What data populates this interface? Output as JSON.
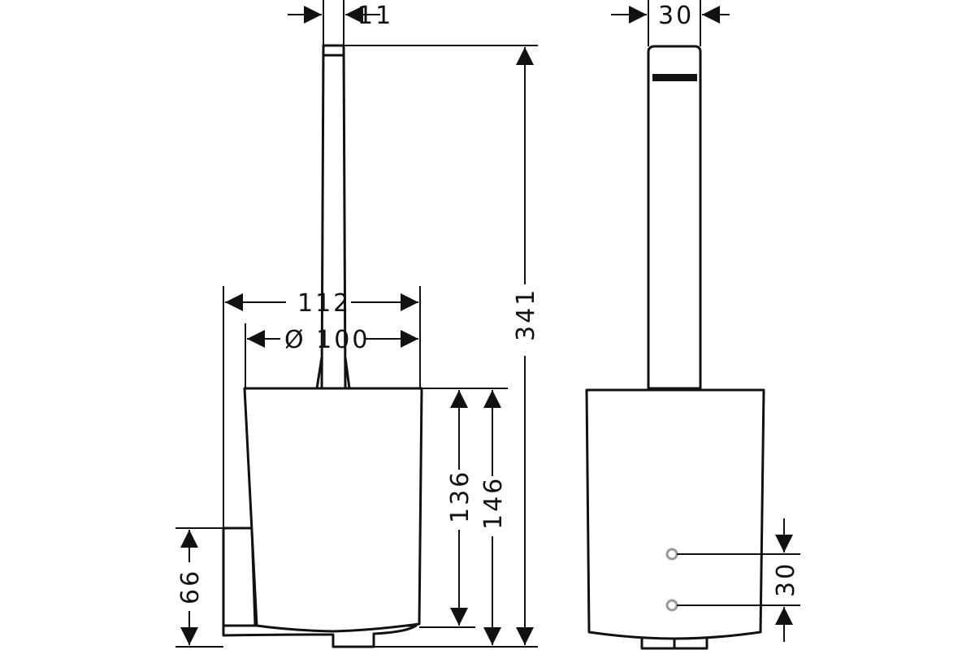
{
  "colors": {
    "line": "#111111",
    "background": "#ffffff",
    "hole": "#9a9a9a"
  },
  "dimensions": {
    "handle_width": "11",
    "overall_width": "112",
    "container_diameter": "Ø 100",
    "overall_height": "341",
    "container_height": "136",
    "container_height_total": "146",
    "holder_height": "66",
    "side_handle_width": "30",
    "hole_spacing": "30"
  }
}
